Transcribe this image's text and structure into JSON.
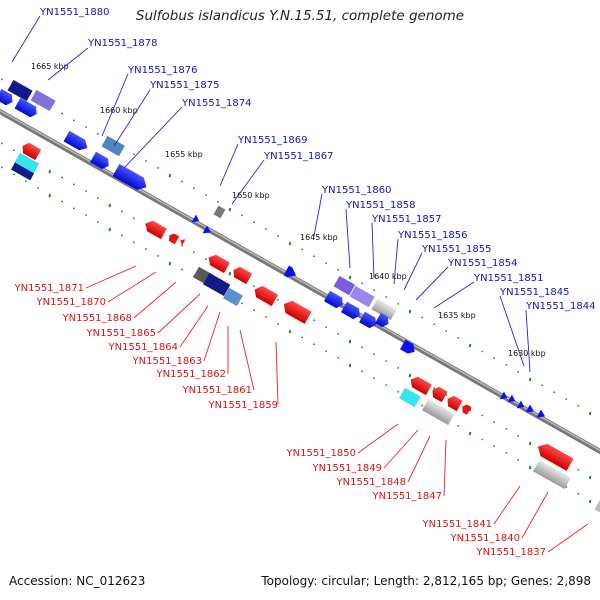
{
  "title": "Sulfobus islandicus Y.N.15.51, complete genome",
  "footer": {
    "accession": "Accession: NC_012623",
    "topology": "Topology: circular; Length: 2,812,165 bp; Genes: 2,898"
  },
  "ticks": [
    "1665 kbp",
    "1660 kbp",
    "1655 kbp",
    "1650 kbp",
    "1645 kbp",
    "1640 kbp",
    "1635 kbp",
    "1630 kbp"
  ],
  "forward_labels": [
    "YN1551_1880",
    "YN1551_1878",
    "YN1551_1876",
    "YN1551_1875",
    "YN1551_1874",
    "YN1551_1869",
    "YN1551_1867",
    "YN1551_1860",
    "YN1551_1858",
    "YN1551_1857",
    "YN1551_1856",
    "YN1551_1855",
    "YN1551_1854",
    "YN1551_1851",
    "YN1551_1845",
    "YN1551_1844"
  ],
  "reverse_labels": [
    "YN1551_1871",
    "YN1551_1870",
    "YN1551_1868",
    "YN1551_1865",
    "YN1551_1864",
    "YN1551_1863",
    "YN1551_1862",
    "YN1551_1861",
    "YN1551_1859",
    "YN1551_1850",
    "YN1551_1849",
    "YN1551_1848",
    "YN1551_1847",
    "YN1551_1841",
    "YN1551_1840",
    "YN1551_1837"
  ],
  "colors": {
    "forward_label": "#1010cc",
    "reverse_label": "#dd1111",
    "forward_gene": "#0a12f0",
    "reverse_gene": "#ee1111",
    "backbone": "#808080",
    "tick_dot": "#118811"
  }
}
